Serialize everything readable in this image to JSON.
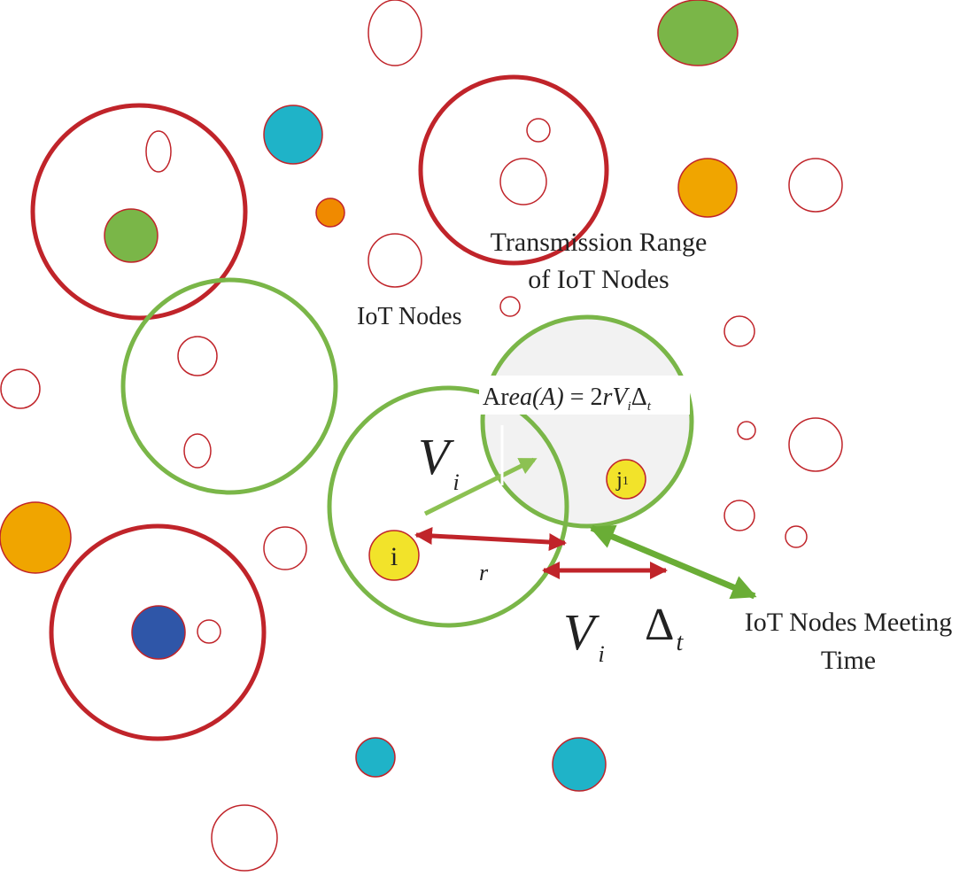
{
  "labels": {
    "transmission_range_line1": "Transmission Range",
    "transmission_range_line2": "of IoT Nodes",
    "iot_nodes": "IoT Nodes",
    "meeting_time_line1": "IoT Nodes Meeting",
    "meeting_time_line2": "Time",
    "node_i": "i",
    "node_j": "j",
    "node_j_sub": "1",
    "radius_r": "r",
    "velocity_v": "V",
    "velocity_sub": "i",
    "delta": "Δ",
    "delta_sub": "t"
  },
  "formula": {
    "ar": "Ar",
    "ea_a": "ea(A)",
    "eq": " = 2",
    "rv": "rV",
    "sub_i": "i",
    "delta": "Δ",
    "sub_t": "t"
  },
  "colors": {
    "red_ring": "#c0242a",
    "green_ring": "#7ab648",
    "node_outline": "#c0242a",
    "node_white": "#ffffff",
    "node_green": "#7ab648",
    "node_cyan": "#1fb3c8",
    "node_orange": "#f0a500",
    "node_small_orange": "#f08a00",
    "node_blue": "#2f56a8",
    "node_yellow": "#f2e32a",
    "arrow_red": "#c0242a",
    "arrow_green": "#6aad36",
    "range_fill": "#f2f2f2"
  }
}
